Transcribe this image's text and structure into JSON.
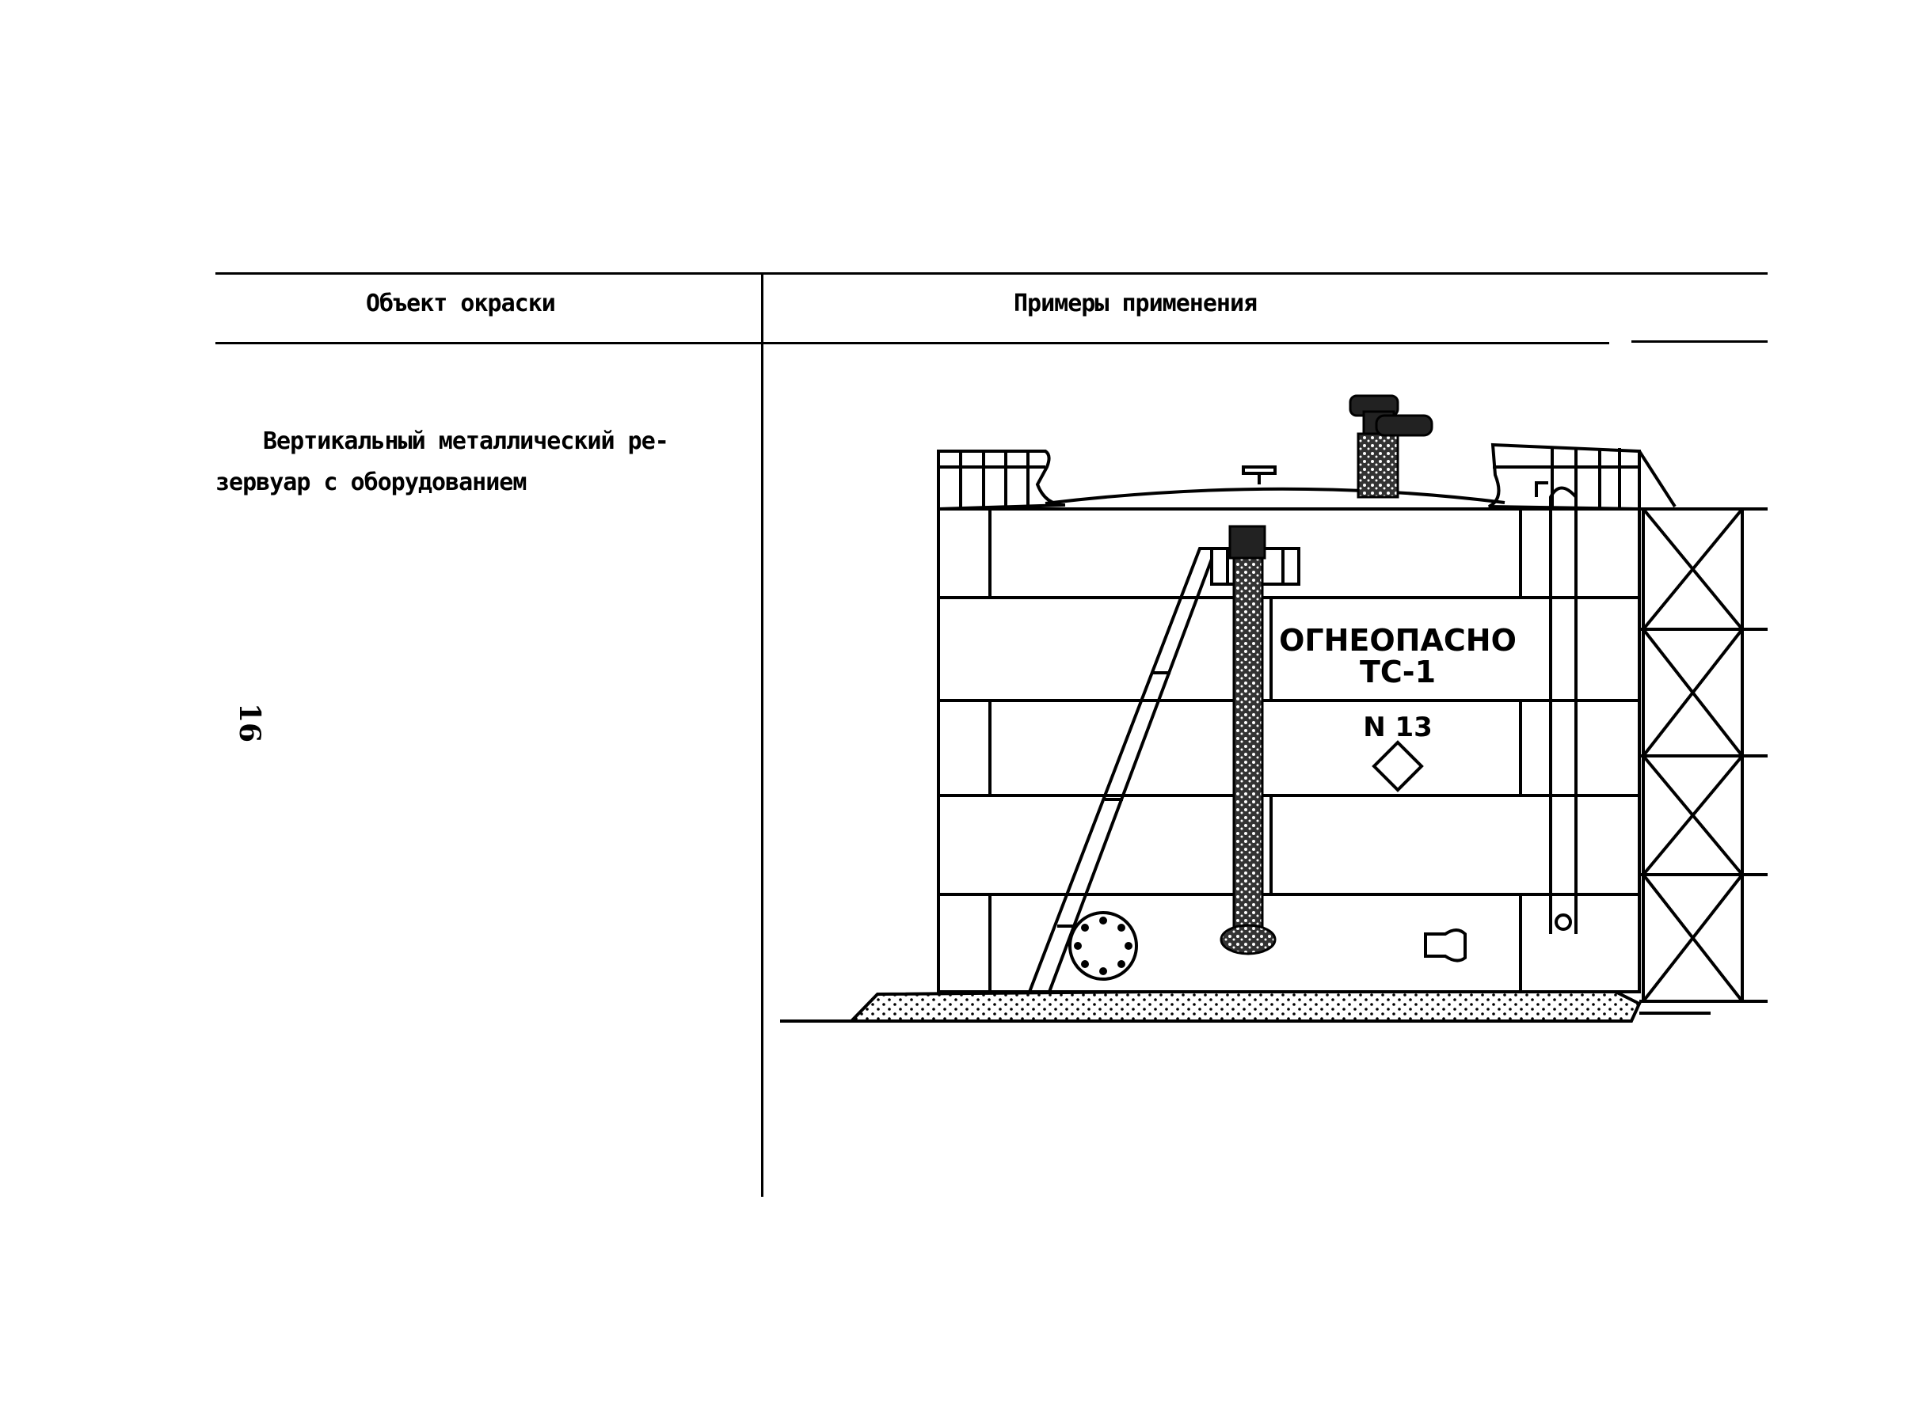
{
  "table": {
    "header_left": "Объект окраски",
    "header_right": "Примеры применения"
  },
  "row": {
    "object_line1": "Вертикальный металлический ре-",
    "object_line2": "зервуар с оборудованием"
  },
  "page_number": "16",
  "drawing": {
    "sign_line1": "ОГНЕОПАСНО",
    "sign_line2": "ТС-1",
    "sign_number": "N 13"
  }
}
